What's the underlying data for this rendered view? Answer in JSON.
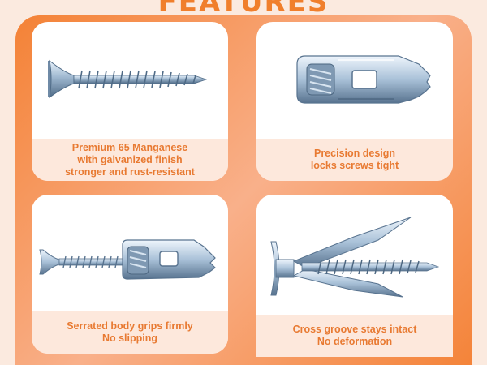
{
  "header": {
    "title": "FEATURES"
  },
  "colors": {
    "accent": "#f07f2c",
    "caption_bg": "#fde8dc",
    "caption_text": "#e87a32"
  },
  "features": [
    {
      "icon": "wood-screw-icon",
      "lines": [
        "Premium 65 Manganese",
        "with galvanized finish",
        "stronger and rust-resistant"
      ]
    },
    {
      "icon": "wall-anchor-icon",
      "lines": [
        "Precision design",
        "locks screws tight"
      ]
    },
    {
      "icon": "screw-in-anchor-icon",
      "lines": [
        "Serrated body grips firmly",
        "No slipping"
      ]
    },
    {
      "icon": "expanded-anchor-icon",
      "lines": [
        "Cross groove stays intact",
        "No deformation"
      ]
    }
  ]
}
